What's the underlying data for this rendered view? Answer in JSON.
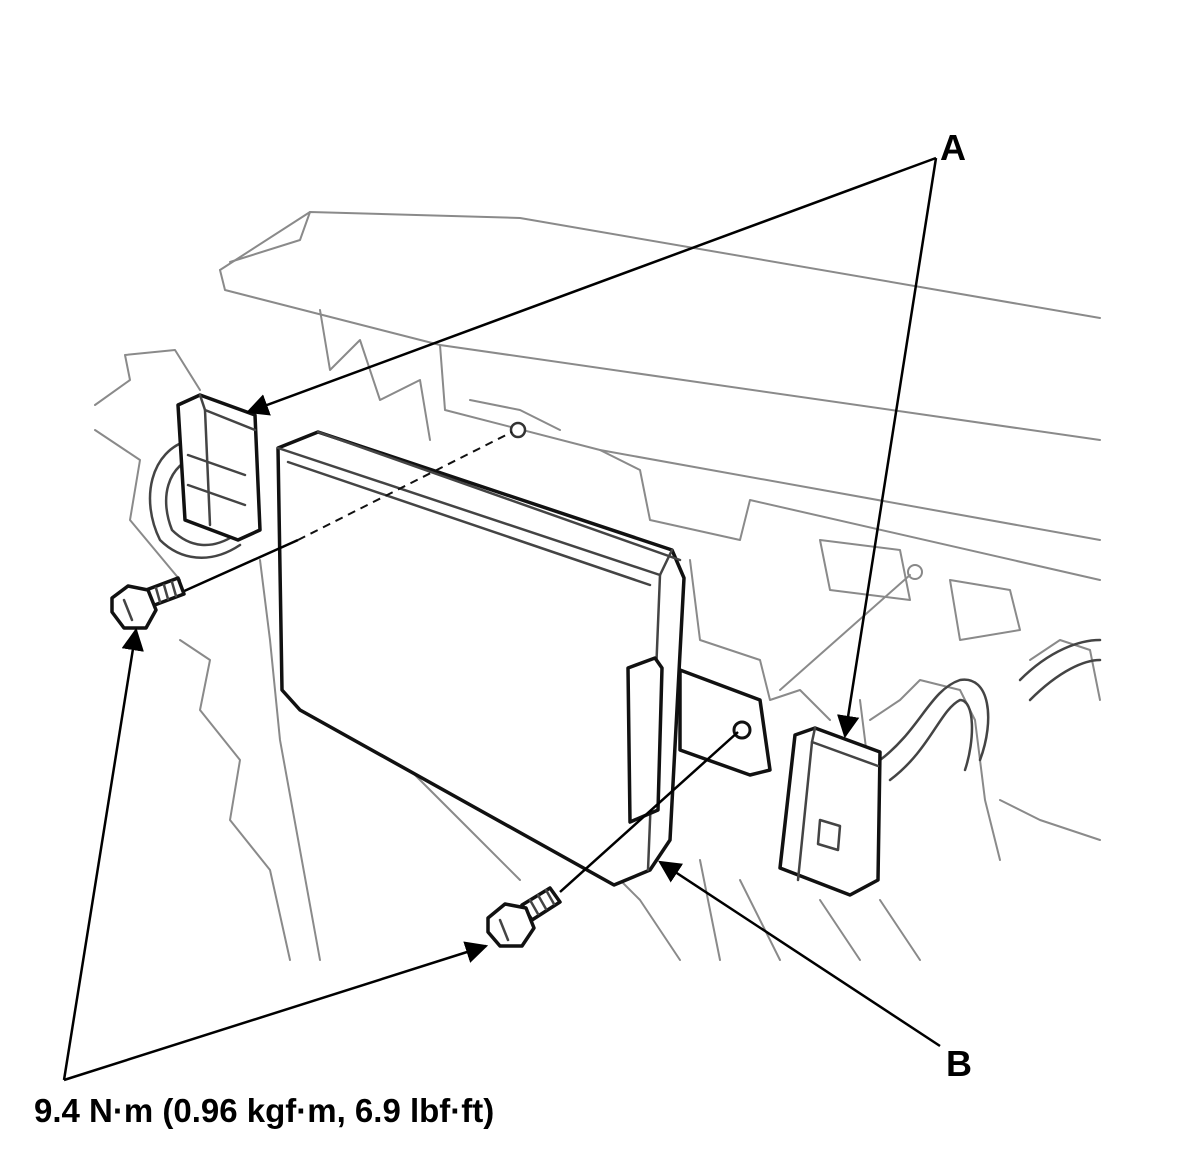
{
  "callouts": {
    "a": "A",
    "b": "B"
  },
  "torque_spec": "9.4 N·m (0.96 kgf·m, 6.9 lbf·ft)",
  "colors": {
    "line": "#000000",
    "background": "#ffffff"
  }
}
